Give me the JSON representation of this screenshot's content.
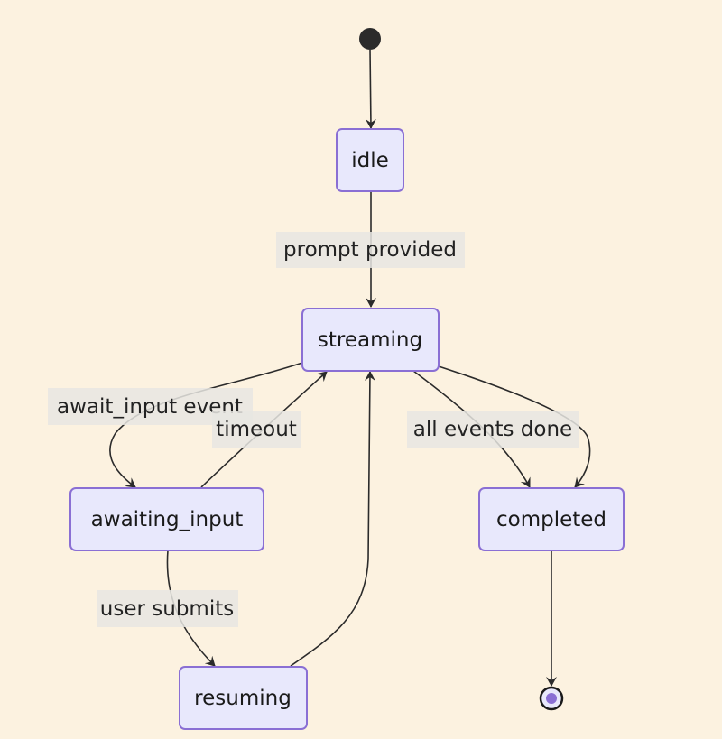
{
  "diagram": {
    "type": "state",
    "colors": {
      "background": "#fcf2e0",
      "node_fill": "#e8e8fc",
      "node_stroke": "#8a6fd4",
      "edge": "#2b2b2b",
      "label_bg": "#e8e6e2",
      "end_inner": "#8a6fd4"
    },
    "states": {
      "idle": "idle",
      "streaming": "streaming",
      "awaiting_input": "awaiting_input",
      "resuming": "resuming",
      "completed": "completed"
    },
    "transitions": {
      "start_to_idle": "",
      "idle_to_streaming": "prompt provided",
      "streaming_to_awaiting": "await_input event",
      "awaiting_to_streaming": "timeout",
      "awaiting_to_resuming": "user submits",
      "resuming_to_streaming": "",
      "streaming_to_completed_a": "all events done",
      "streaming_to_completed_b": "",
      "completed_to_end": ""
    }
  }
}
